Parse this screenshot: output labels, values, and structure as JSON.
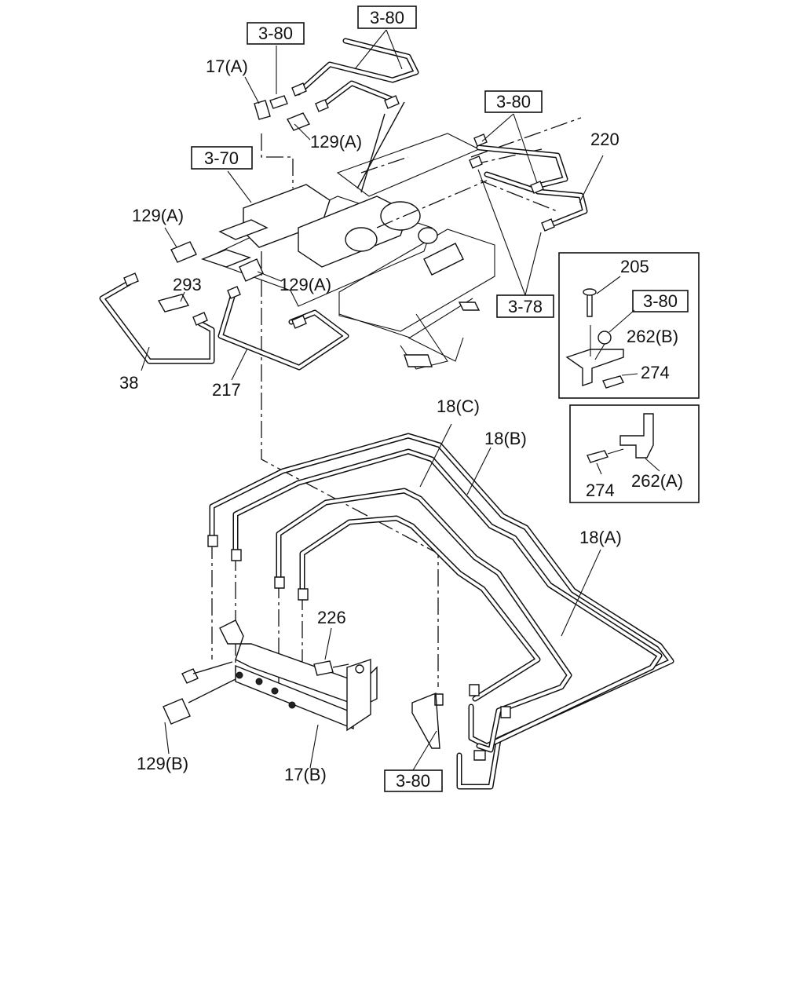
{
  "references": {
    "ref_top_center": "3-80",
    "ref_top_left": "3-80",
    "ref_top_right": "3-80",
    "ref_left_mid": "3-70",
    "ref_right_mid": "3-78",
    "ref_inset": "3-80",
    "ref_bottom": "3-80"
  },
  "labels": {
    "p17a": "17(A)",
    "p129a_top": "129(A)",
    "p129a_left": "129(A)",
    "p129a_mid": "129(A)",
    "p220": "220",
    "p293": "293",
    "p38": "38",
    "p217": "217",
    "p205": "205",
    "p262b": "262(B)",
    "p274_top": "274",
    "p274_bottom": "274",
    "p262a": "262(A)",
    "p18c": "18(C)",
    "p18b": "18(B)",
    "p18a": "18(A)",
    "p226": "226",
    "p129b": "129(B)",
    "p17b": "17(B)"
  }
}
